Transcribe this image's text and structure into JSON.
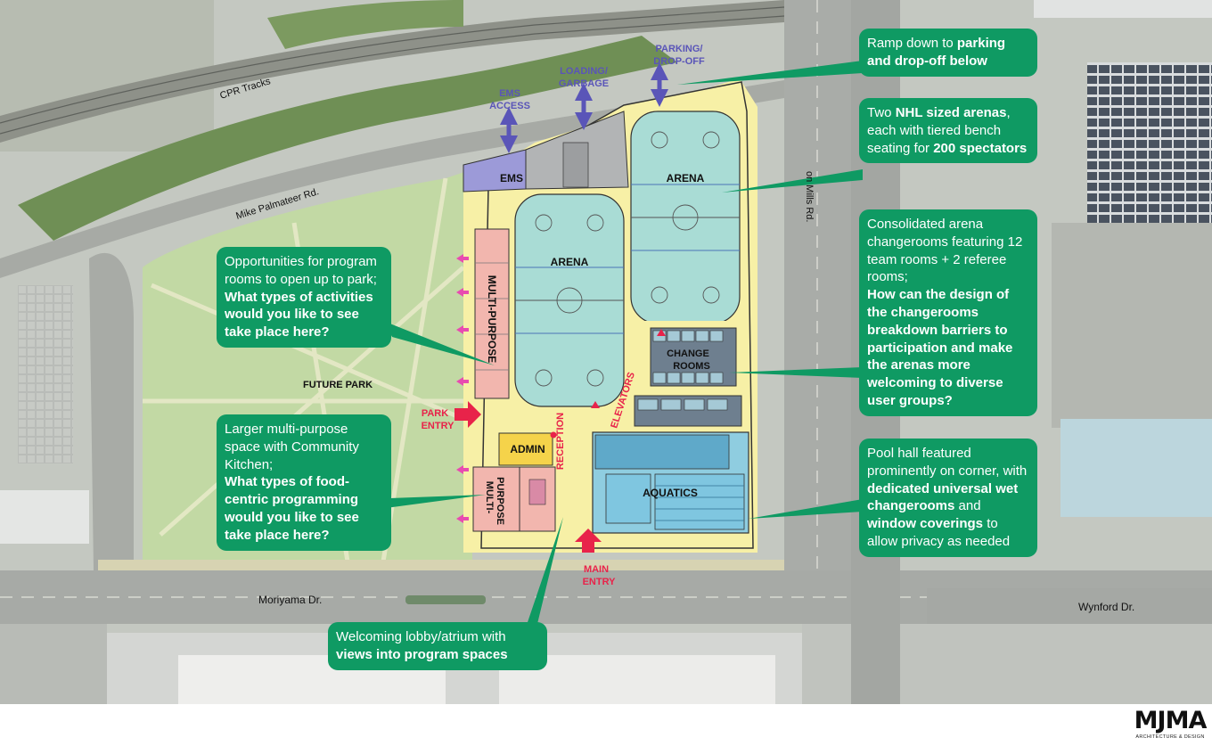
{
  "streets": {
    "cpr_tracks": "CPR Tracks",
    "mike_palmateer": "Mike Palmateer Rd.",
    "don_mills": "on Mills Rd.",
    "moriyama": "Moriyama Dr.",
    "wynford": "Wynford Dr."
  },
  "site_labels": {
    "future_park": "FUTURE PARK",
    "ems_access": [
      "EMS",
      "ACCESS"
    ],
    "loading_garbage": [
      "LOADING/",
      "GARBAGE"
    ],
    "parking_dropoff": [
      "PARKING/",
      "DROP-OFF"
    ],
    "park_entry": [
      "PARK",
      "ENTRY"
    ],
    "main_entry": [
      "MAIN",
      "ENTRY"
    ]
  },
  "rooms": {
    "ems": "EMS",
    "arena_left": "ARENA",
    "arena_right": "ARENA",
    "multipurpose_top": "MULTI-PURPOSE",
    "change_rooms": [
      "CHANGE",
      "ROOMS"
    ],
    "admin": "ADMIN",
    "reception": "RECEPTION",
    "elevators": "ELEVATORS",
    "aquatics": "AQUATICS",
    "multipurpose_bottom": [
      "MULTI-",
      "PURPOSE"
    ]
  },
  "callouts": {
    "ramp": {
      "t1": "Ramp down to ",
      "b1": "parking and drop-off below"
    },
    "arenas": {
      "t1": "Two ",
      "b1": "NHL sized arenas",
      "t2": ", each with tiered bench seating for ",
      "b2": "200 spectators"
    },
    "changerooms": {
      "t1": "Consolidated arena changerooms featuring 12 team rooms + 2 referee rooms;",
      "b1": "How can the design of the changerooms breakdown barriers to participation and make the arenas more welcoming to diverse user groups?"
    },
    "pool": {
      "t1": "Pool hall featured prominently on corner, with ",
      "b1": "dedicated universal wet changerooms",
      "t2": " and ",
      "b2": "window coverings",
      "t3": " to allow privacy as needed"
    },
    "program_rooms": {
      "t1": "Opportunities for program rooms to open up to park;",
      "b1": "What types of activities would you like to see take place here?"
    },
    "kitchen": {
      "t1": "Larger multi-purpose space with Community Kitchen;",
      "b1": "What types of food-centric programming would you like to see take place here?"
    },
    "lobby": {
      "t1": "Welcoming lobby/atrium with ",
      "b1": "views into program spaces"
    }
  },
  "logo": {
    "mark": "MJMA",
    "sub": "ARCHITECTURE & DESIGN"
  },
  "colors": {
    "callout_green": "#0f9a63",
    "arena_blue": "#a9dcd5",
    "pool_blue": "#8fcde0",
    "site_yellow": "#f7f0a6",
    "ems_purple": "#9c9ad8",
    "multipurpose_pink": "#f2b6ae",
    "arrow_red": "#e8234a",
    "access_arrow": "#5a55b8"
  }
}
